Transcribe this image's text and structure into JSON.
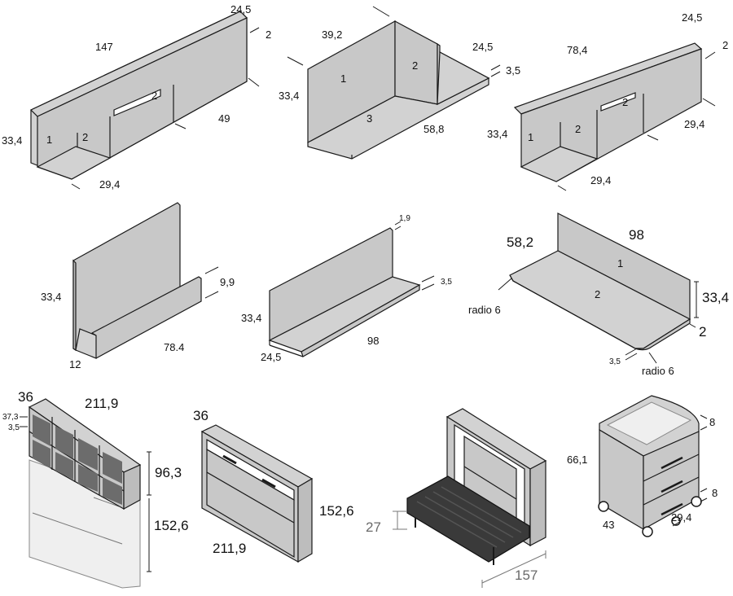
{
  "items": [
    {
      "id": "open-shelf-unit-long",
      "labels": {
        "length": "147",
        "depth": "24,5",
        "thickness": "2",
        "height": "33,4",
        "inner_width": "29,4",
        "inner_height": "49",
        "part_1": "1",
        "part_2a": "2",
        "part_2b": "2"
      }
    },
    {
      "id": "corner-bookshelf",
      "labels": {
        "width": "39,2",
        "depth": "24,5",
        "thickness": "3,5",
        "height": "33,4",
        "length": "58,8",
        "part_1": "1",
        "part_2": "2",
        "part_3": "3"
      }
    },
    {
      "id": "open-shelf-unit-short",
      "labels": {
        "length": "78,4",
        "depth": "24,5",
        "thickness": "2",
        "height": "33,4",
        "depth_right": "29,4",
        "inner_width": "29,4",
        "part_1": "1",
        "part_2a": "2",
        "part_2b": "2"
      }
    },
    {
      "id": "wall-ledge-shelf",
      "labels": {
        "height": "33,4",
        "lip_height": "9,9",
        "depth": "12",
        "length": "78.4"
      }
    },
    {
      "id": "l-shelf",
      "labels": {
        "thickness_top": "1,9",
        "thickness": "3,5",
        "height": "33,4",
        "depth": "24,5",
        "length": "98"
      }
    },
    {
      "id": "desk-top",
      "labels": {
        "depth": "58,2",
        "length": "98",
        "height": "33,4",
        "thickness": "2",
        "edge": "3,5",
        "radius_left": "radio 6",
        "radius_right": "radio 6",
        "part_1": "1",
        "part_2": "2"
      }
    },
    {
      "id": "wall-bed-with-cubby",
      "labels": {
        "depth": "36",
        "width": "211,9",
        "inner_depth": "37,3",
        "thickness": "3,5",
        "cubby_height": "96,3",
        "bed_height": "152,6"
      }
    },
    {
      "id": "wall-bed-closed",
      "labels": {
        "depth": "36",
        "height": "152,6",
        "width": "211,9"
      }
    },
    {
      "id": "wall-bed-open",
      "labels": {
        "leg_height": "27",
        "projection": "157"
      }
    },
    {
      "id": "rolling-drawer-unit",
      "labels": {
        "height": "66,1",
        "top_offset": "8",
        "bottom_offset": "8",
        "width": "43",
        "depth": "29,4"
      }
    }
  ],
  "colors": {
    "panel": "#c8c8c8",
    "outline": "#1a1a1a",
    "paper": "#ffffff",
    "muted_text": "#6a6a6a"
  }
}
